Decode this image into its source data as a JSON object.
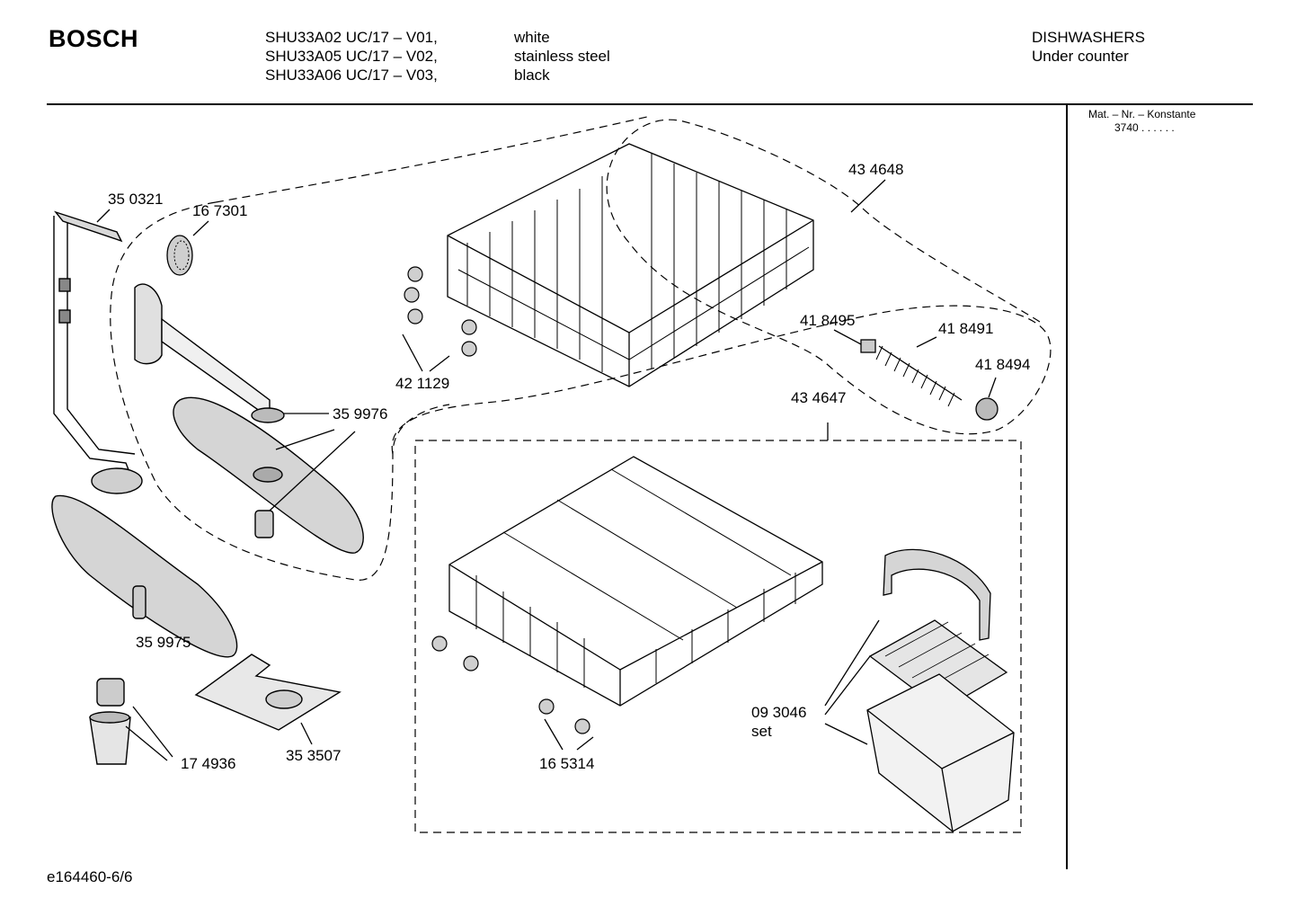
{
  "header": {
    "brand": "BOSCH",
    "models": [
      {
        "model": "SHU33A02 UC/17 – V01,",
        "color": "white"
      },
      {
        "model": "SHU33A05 UC/17 – V02,",
        "color": "stainless steel"
      },
      {
        "model": "SHU33A06 UC/17 – V03,",
        "color": "black"
      }
    ],
    "category": "DISHWASHERS",
    "subcategory": "Under counter"
  },
  "sidebar": {
    "mat_label": "Mat. – Nr. – Konstante",
    "mat_value": "3740  .  .  .  .  .  ."
  },
  "footer": {
    "code": "e164460-6/6"
  },
  "parts": [
    {
      "id": "p350321",
      "label": "35 0321"
    },
    {
      "id": "p167301",
      "label": "16 7301"
    },
    {
      "id": "p434648",
      "label": "43 4648"
    },
    {
      "id": "p421129",
      "label": "42 1129"
    },
    {
      "id": "p418495",
      "label": "41 8495"
    },
    {
      "id": "p418491",
      "label": "41 8491"
    },
    {
      "id": "p418494",
      "label": "41 8494"
    },
    {
      "id": "p359976",
      "label": "35 9976"
    },
    {
      "id": "p434647",
      "label": "43 4647"
    },
    {
      "id": "p359975",
      "label": "35 9975"
    },
    {
      "id": "p174936",
      "label": "17 4936"
    },
    {
      "id": "p353507",
      "label": "35 3507"
    },
    {
      "id": "p165314",
      "label": "16 5314"
    },
    {
      "id": "p093046",
      "label": "09 3046"
    },
    {
      "id": "p093046set",
      "label": "set"
    }
  ]
}
